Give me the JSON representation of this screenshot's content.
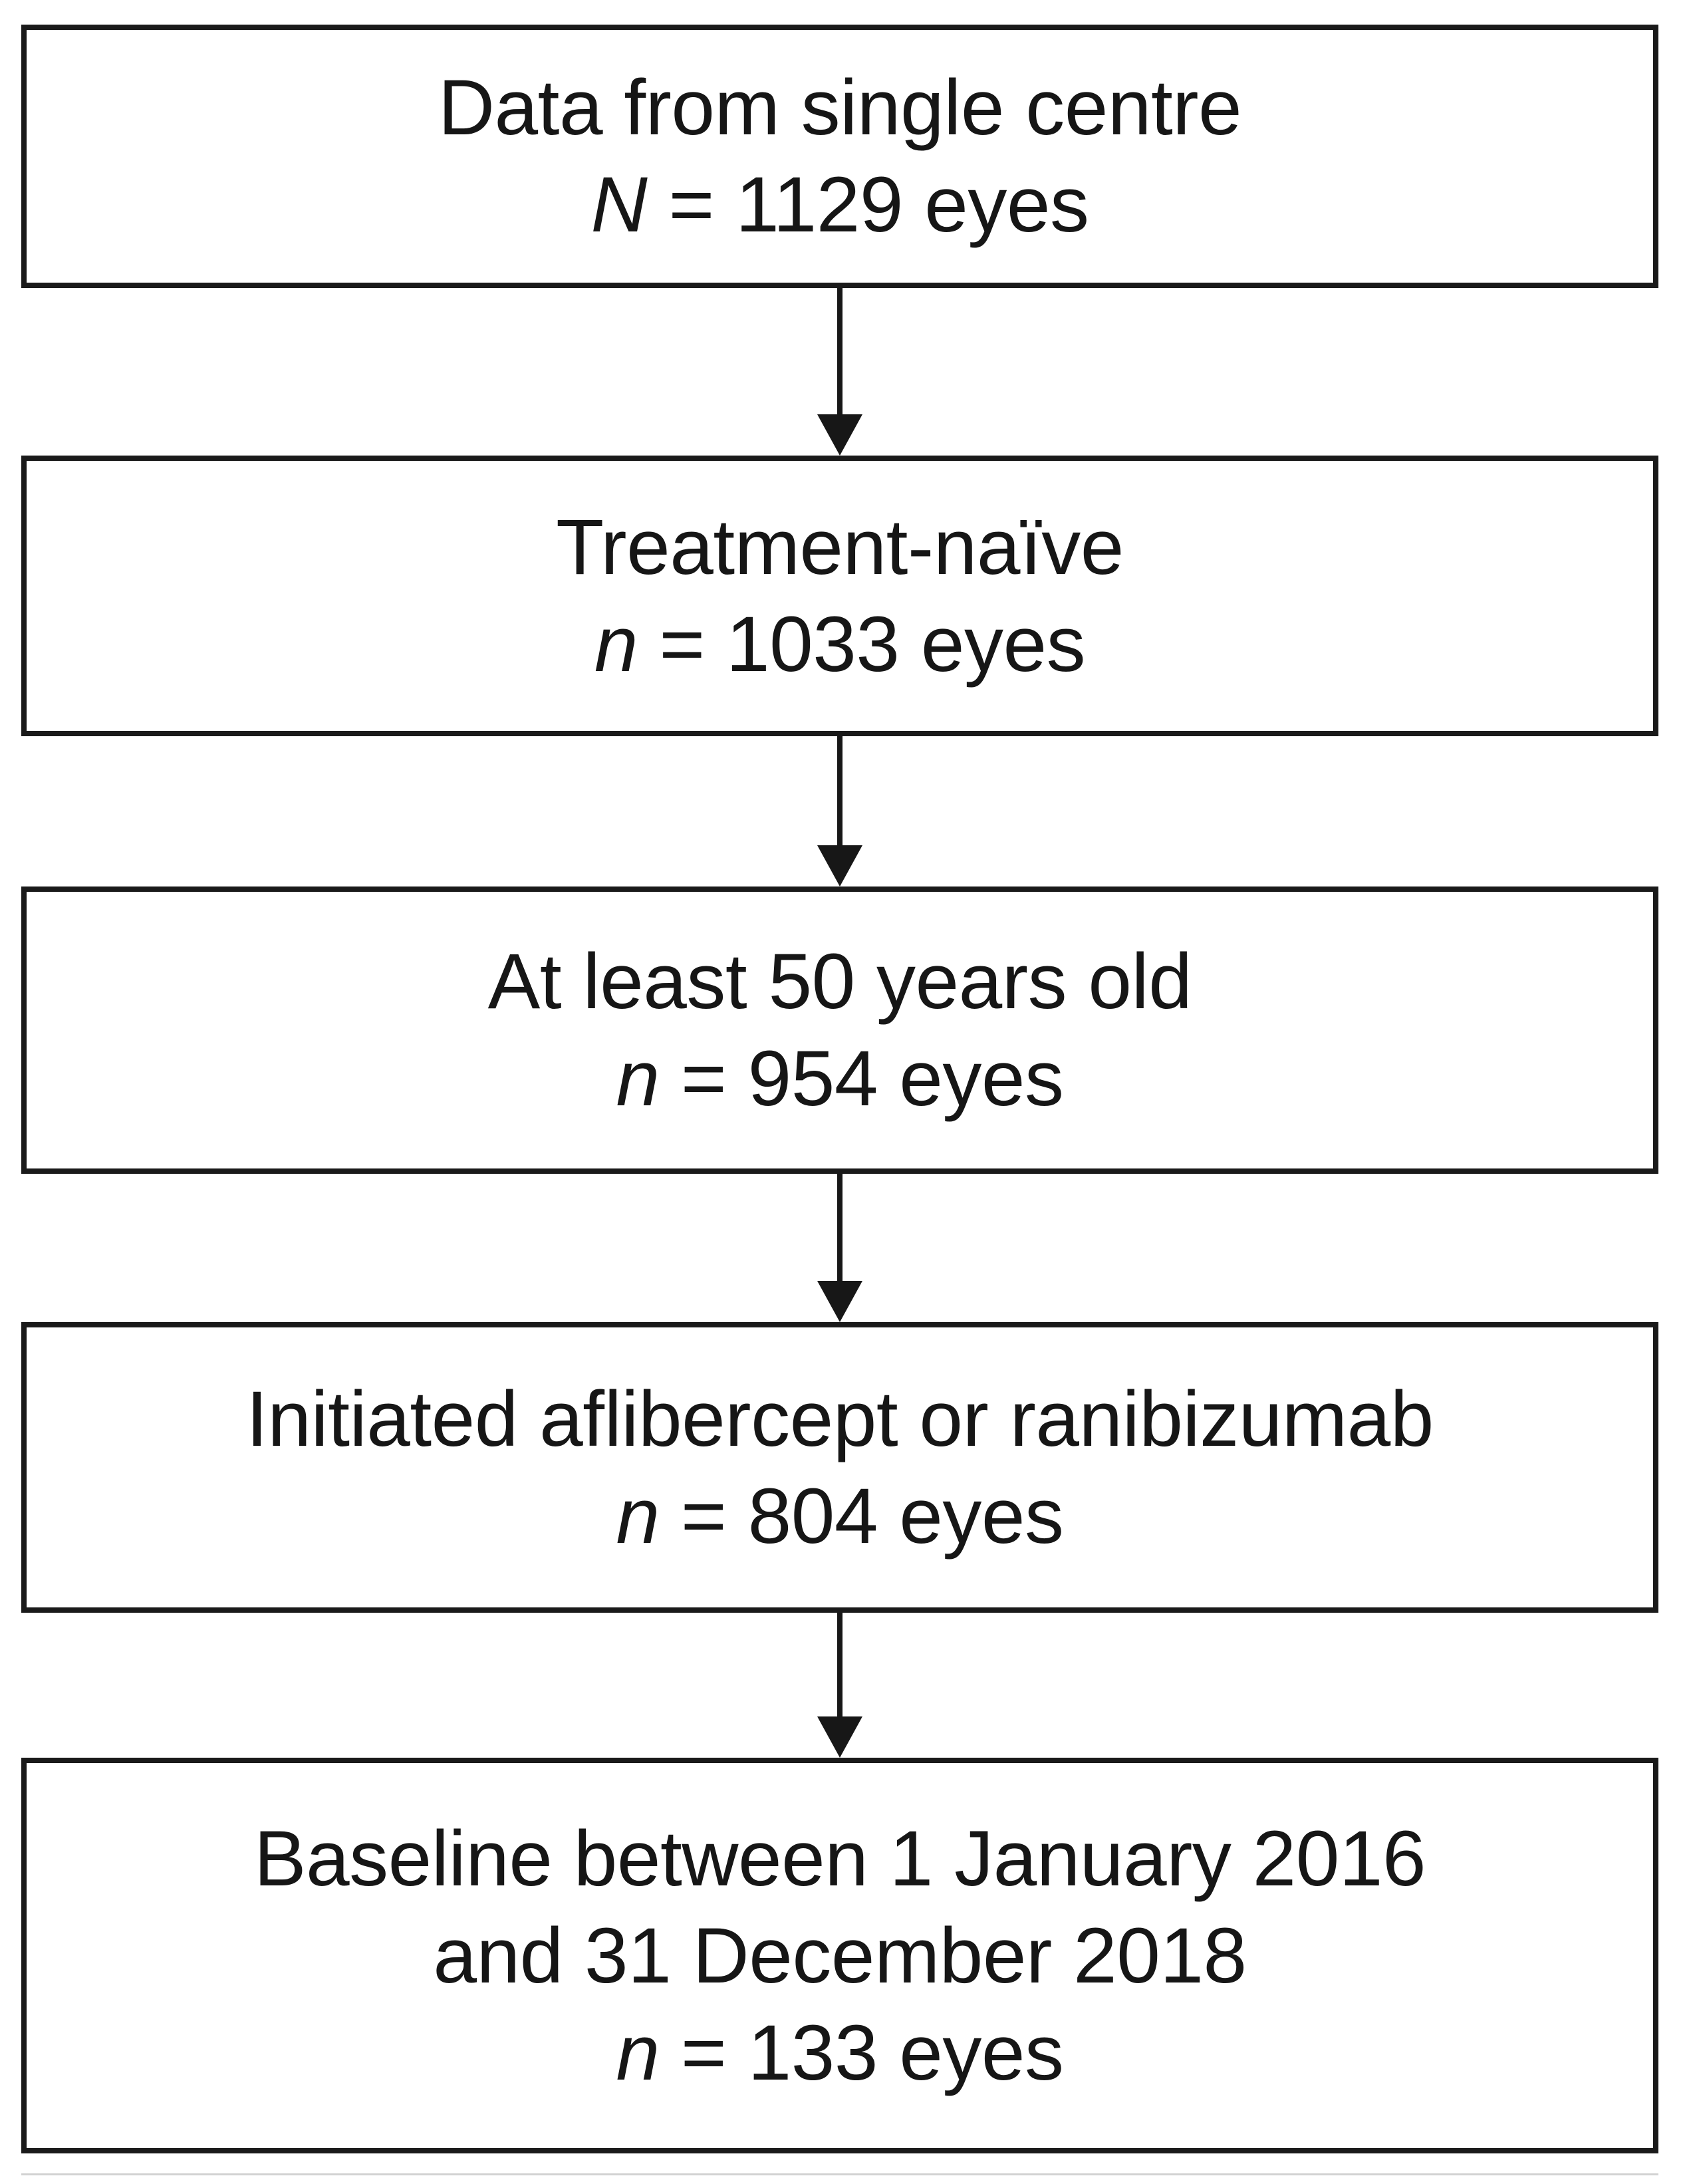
{
  "figure": {
    "type": "study-selection-flowchart",
    "orientation": "vertical",
    "box_count": 5,
    "arrow_count": 4,
    "colors": {
      "box_border": "#1a1a1a",
      "box_fill": "#ffffff",
      "text": "#161616",
      "arrow": "#171717",
      "bottom_rule": "#d2d2d2"
    }
  },
  "boxes": [
    {
      "id": "box-1",
      "name": "data-source",
      "lines": [
        {
          "text": "Data from single centre",
          "italic_prefix": ""
        },
        {
          "text": "= 1129 eyes",
          "italic_prefix": "N"
        }
      ],
      "symbol": "N",
      "count": 1129,
      "unit": "eyes",
      "criterion": "Data from single centre"
    },
    {
      "id": "box-2",
      "name": "treatment-naive",
      "lines": [
        {
          "text": "Treatment-naïve",
          "italic_prefix": ""
        },
        {
          "text": "= 1033 eyes",
          "italic_prefix": "n"
        }
      ],
      "symbol": "n",
      "count": 1033,
      "unit": "eyes",
      "criterion": "Treatment-naïve"
    },
    {
      "id": "box-3",
      "name": "age-at-least-50",
      "lines": [
        {
          "text": "At least 50 years old",
          "italic_prefix": ""
        },
        {
          "text": "= 954 eyes",
          "italic_prefix": "n"
        }
      ],
      "symbol": "n",
      "count": 954,
      "unit": "eyes",
      "criterion": "At least 50 years old"
    },
    {
      "id": "box-4",
      "name": "initiated-anti-vegf",
      "lines": [
        {
          "text": "Initiated aflibercept or ranibizumab",
          "italic_prefix": ""
        },
        {
          "text": "= 804 eyes",
          "italic_prefix": "n"
        }
      ],
      "symbol": "n",
      "count": 804,
      "unit": "eyes",
      "criterion": "Initiated aflibercept or ranibizumab"
    },
    {
      "id": "box-5",
      "name": "baseline-date-window",
      "lines": [
        {
          "text": "Baseline between 1 January 2016",
          "italic_prefix": ""
        },
        {
          "text": "and 31 December 2018",
          "italic_prefix": ""
        },
        {
          "text": "= 133 eyes",
          "italic_prefix": "n"
        }
      ],
      "symbol": "n",
      "count": 133,
      "unit": "eyes",
      "criterion": "Baseline between 1 January 2016 and 31 December 2018"
    }
  ],
  "box_1": {
    "line_1": "Data from single centre",
    "line_2_symbol": "N",
    "line_2_rest": "= 1129 eyes"
  },
  "box_2": {
    "line_1": "Treatment-naïve",
    "line_2_symbol": "n",
    "line_2_rest": "= 1033 eyes"
  },
  "box_3": {
    "line_1": "At least 50 years old",
    "line_2_symbol": "n",
    "line_2_rest": "= 954 eyes"
  },
  "box_4": {
    "line_1": "Initiated aflibercept or ranibizumab",
    "line_2_symbol": "n",
    "line_2_rest": "= 804 eyes"
  },
  "box_5": {
    "line_1": "Baseline between 1 January 2016",
    "line_2": "and 31 December 2018",
    "line_3_symbol": "n",
    "line_3_rest": "= 133 eyes"
  }
}
